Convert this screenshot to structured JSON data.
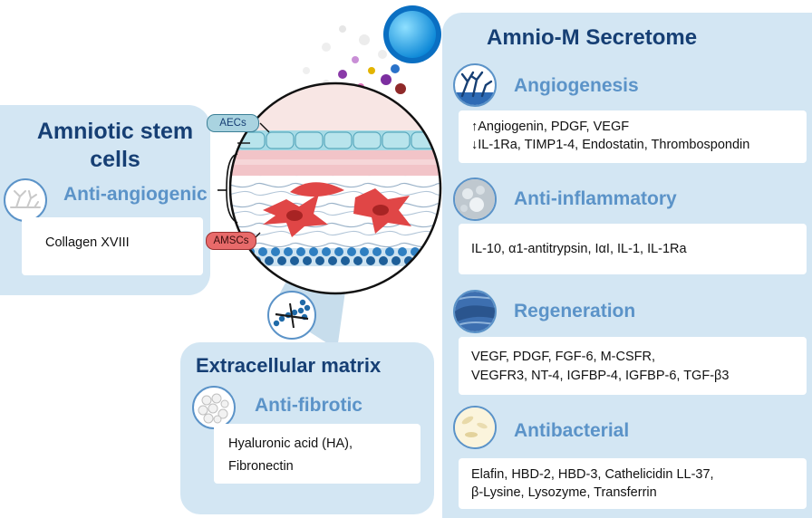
{
  "left_panel": {
    "title_line1": "Amniotic stem",
    "title_line2": "cells",
    "subtitle": "Anti-angiogenic",
    "items": [
      "Collagen XVIII"
    ]
  },
  "ecm_panel": {
    "title": "Extracellular matrix",
    "subtitle": "Anti-fibrotic",
    "items": [
      "Hyaluronic acid (HA),",
      "Fibronectin"
    ]
  },
  "right_panel": {
    "title": "Amnio-M Secretome",
    "sections": [
      {
        "subtitle": "Angiogenesis",
        "lines": [
          "↑Angiogenin, PDGF, VEGF",
          "↓IL-1Ra, TIMP1-4, Endostatin, Thrombospondin"
        ]
      },
      {
        "subtitle": "Anti-inflammatory",
        "lines": [
          "IL-10, α1-antitrypsin, IαI, IL-1, IL-1Ra"
        ]
      },
      {
        "subtitle": "Regeneration",
        "lines": [
          "VEGF, PDGF, FGF-6, M-CSFR,",
          "VEGFR3, NT-4, IGFBP-4, IGFBP-6, TGF-β3"
        ]
      },
      {
        "subtitle": "Antibacterial",
        "lines": [
          "Elafin, HBD-2, HBD-3, Cathelicidin LL-37,",
          "β-Lysine, Lysozyme, Transferrin"
        ]
      }
    ]
  },
  "labels": {
    "aecs": "AECs",
    "amscs": "AMSCs"
  },
  "colors": {
    "panel_bg": "#d3e6f3",
    "title": "#163f74",
    "subtitle": "#5b93c8",
    "aecs_tag": "#a9d3e0",
    "amscs_tag": "#e86a6a"
  },
  "icons": [
    "branch-icon",
    "cells-icon",
    "tissue-icon",
    "bacteria-icon",
    "molecule-icon"
  ]
}
